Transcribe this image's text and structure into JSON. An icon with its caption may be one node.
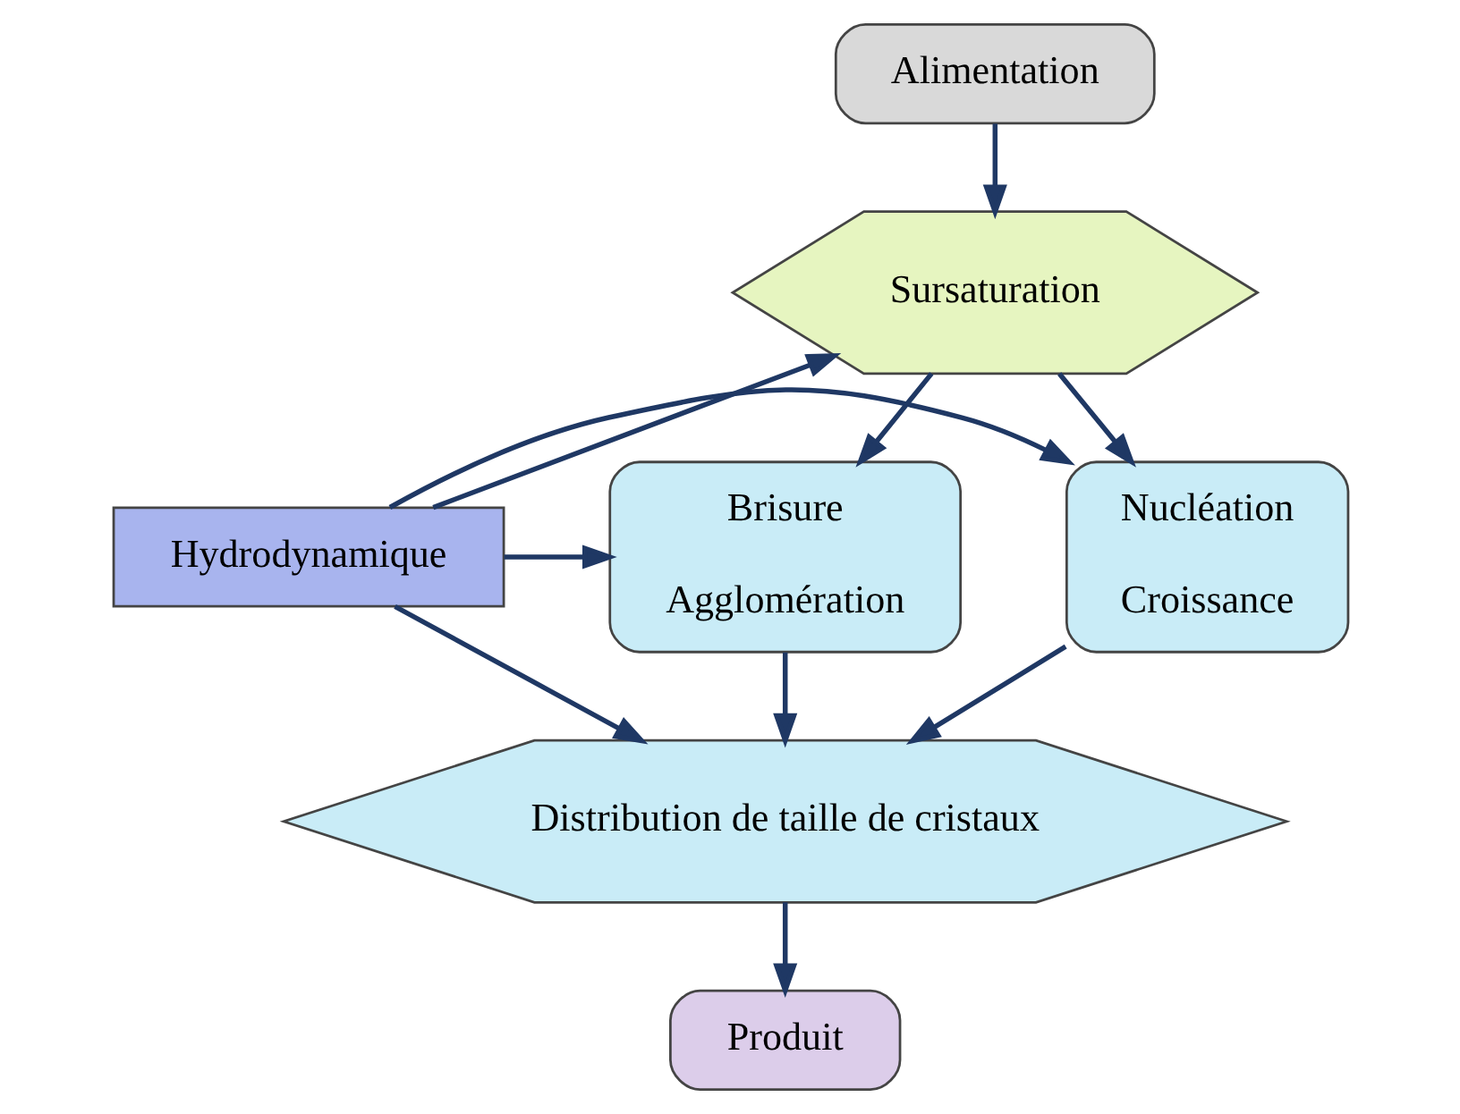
{
  "diagram": {
    "nodes": [
      {
        "text": [
          "Alimentation"
        ]
      },
      {
        "text": [
          "Sursaturation"
        ]
      },
      {
        "text": [
          "Nucléation",
          "Croissance"
        ]
      },
      {
        "text": [
          "Hydrodynamique"
        ]
      },
      {
        "text": [
          "Brisure",
          "Agglomération"
        ]
      },
      {
        "text": [
          "Distribution de taille de cristaux"
        ]
      },
      {
        "text": [
          "Produit"
        ]
      }
    ],
    "edges": [
      {
        "from": 0,
        "to": 1,
        "arrow": "to"
      },
      {
        "from": 1,
        "to": 2,
        "arrow": "to"
      },
      {
        "from": 3,
        "to": 1,
        "arrow": "to"
      },
      {
        "from": 1,
        "to": 4,
        "arrow": "to"
      },
      {
        "from": 3,
        "to": 2,
        "arrow": "to"
      },
      {
        "from": 3,
        "to": 4,
        "arrow": "to"
      },
      {
        "from": 3,
        "to": 5,
        "arrow": "to"
      },
      {
        "from": 2,
        "to": 5,
        "arrow": "to"
      },
      {
        "from": 4,
        "to": 5,
        "arrow": "to"
      },
      {
        "from": 5,
        "to": 6,
        "arrow": "to"
      }
    ]
  }
}
